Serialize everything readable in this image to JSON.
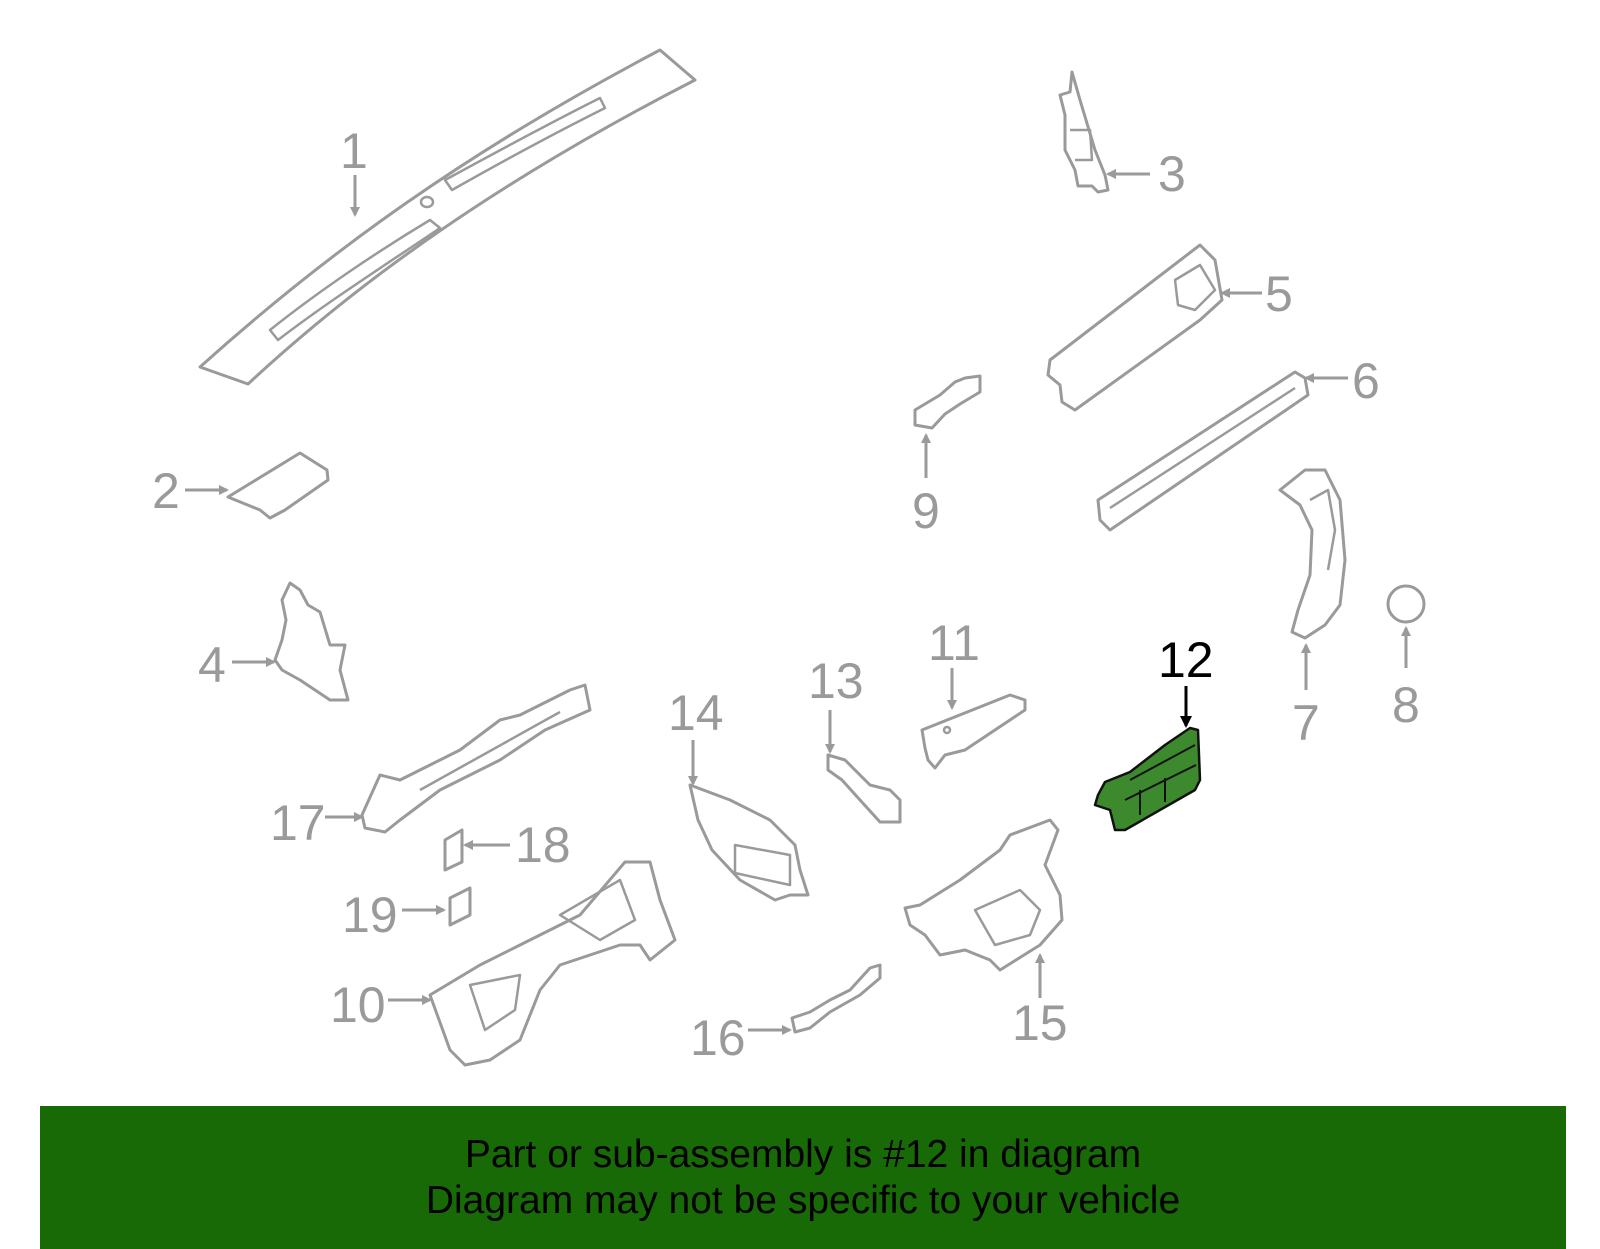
{
  "diagram": {
    "highlighted_part": "12",
    "callouts": [
      "1",
      "2",
      "3",
      "4",
      "5",
      "6",
      "7",
      "8",
      "9",
      "10",
      "11",
      "12",
      "13",
      "14",
      "15",
      "16",
      "17",
      "18",
      "19"
    ]
  },
  "colors": {
    "highlight_fill": "#3d8a2e",
    "banner": "#186a06",
    "parts_stroke": "#9a9a9a"
  },
  "banner": {
    "line1": "Part or sub-assembly is #12 in diagram",
    "line2": "Diagram may not be specific to your vehicle"
  }
}
